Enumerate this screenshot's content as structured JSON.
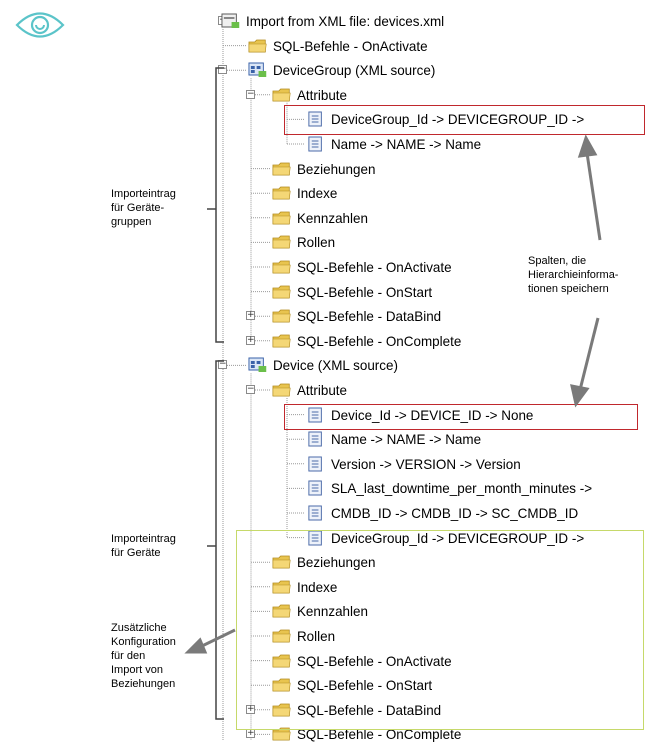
{
  "logo": {
    "icon": "eye-icon",
    "color": "#5bc4c9"
  },
  "tree": {
    "rows": [
      {
        "text": "Import from XML file: devices.xml",
        "icon": "import-icon"
      },
      {
        "text": "SQL-Befehle - OnActivate",
        "icon": "folder-icon"
      },
      {
        "text": "DeviceGroup (XML source)",
        "icon": "xml-source-icon"
      },
      {
        "text": "Attribute",
        "icon": "folder-icon"
      },
      {
        "text": "DeviceGroup_Id -> DEVICEGROUP_ID ->",
        "icon": "attribute-icon"
      },
      {
        "text": "Name -> NAME -> Name",
        "icon": "attribute-icon"
      },
      {
        "text": "Beziehungen",
        "icon": "folder-icon"
      },
      {
        "text": "Indexe",
        "icon": "folder-icon"
      },
      {
        "text": "Kennzahlen",
        "icon": "folder-icon"
      },
      {
        "text": "Rollen",
        "icon": "folder-icon"
      },
      {
        "text": "SQL-Befehle - OnActivate",
        "icon": "folder-icon"
      },
      {
        "text": "SQL-Befehle - OnStart",
        "icon": "folder-icon"
      },
      {
        "text": "SQL-Befehle - DataBind",
        "icon": "folder-icon"
      },
      {
        "text": "SQL-Befehle - OnComplete",
        "icon": "folder-icon"
      },
      {
        "text": "Device (XML source)",
        "icon": "xml-source-icon"
      },
      {
        "text": "Attribute",
        "icon": "folder-icon"
      },
      {
        "text": "Device_Id -> DEVICE_ID -> None",
        "icon": "attribute-icon"
      },
      {
        "text": "Name -> NAME -> Name",
        "icon": "attribute-icon"
      },
      {
        "text": "Version -> VERSION -> Version",
        "icon": "attribute-icon"
      },
      {
        "text": "SLA_last_downtime_per_month_minutes ->",
        "icon": "attribute-icon"
      },
      {
        "text": "CMDB_ID -> CMDB_ID -> SC_CMDB_ID",
        "icon": "attribute-icon"
      },
      {
        "text": "DeviceGroup_Id -> DEVICEGROUP_ID ->",
        "icon": "attribute-icon"
      },
      {
        "text": "Beziehungen",
        "icon": "folder-icon"
      },
      {
        "text": "Indexe",
        "icon": "folder-icon"
      },
      {
        "text": "Kennzahlen",
        "icon": "folder-icon"
      },
      {
        "text": "Rollen",
        "icon": "folder-icon"
      },
      {
        "text": "SQL-Befehle - OnActivate",
        "icon": "folder-icon"
      },
      {
        "text": "SQL-Befehle - OnStart",
        "icon": "folder-icon"
      },
      {
        "text": "SQL-Befehle - DataBind",
        "icon": "folder-icon"
      },
      {
        "text": "SQL-Befehle - OnComplete",
        "icon": "folder-icon"
      }
    ]
  },
  "annotations": {
    "group_entry": [
      "Importeintrag",
      "für Geräte-",
      "gruppen"
    ],
    "columns_hierarchy": [
      "Spalten, die",
      "Hierarchieinforma-",
      "tionen speichern"
    ],
    "device_entry": [
      "Importeintrag",
      "für Geräte"
    ],
    "extra_config": [
      "Zusätzliche",
      "Konfiguration",
      "für den",
      "Import von",
      "Beziehungen"
    ]
  },
  "colors": {
    "highlight_red": "#c0282d",
    "highlight_green": "#c6d96a",
    "arrow_gray": "#7a7a7a",
    "folder_yellow": "#e8c44f",
    "tree_line": "#9a9a9a"
  }
}
